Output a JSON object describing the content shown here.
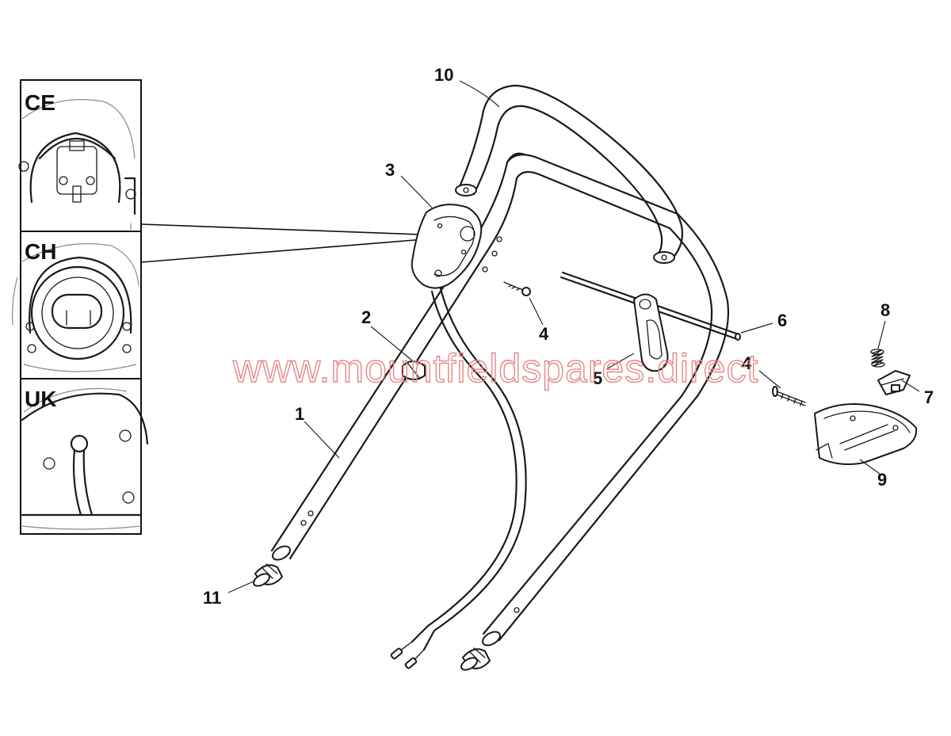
{
  "inset_labels": {
    "ce": "CE",
    "ch": "CH",
    "uk": "UK"
  },
  "callouts": {
    "c1": "1",
    "c2": "2",
    "c3": "3",
    "c4a": "4",
    "c4b": "4",
    "c5": "5",
    "c6": "6",
    "c7": "7",
    "c8": "8",
    "c9": "9",
    "c10": "10",
    "c11": "11"
  },
  "watermark": "www.mountfieldspares.direct"
}
